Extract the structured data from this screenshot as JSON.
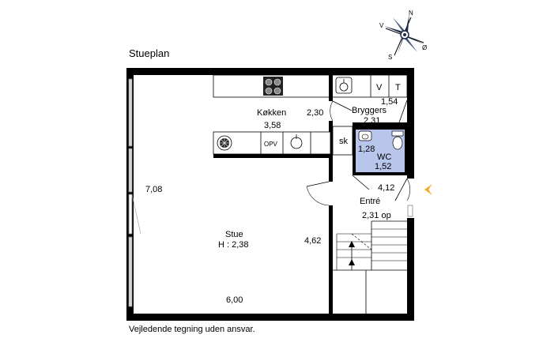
{
  "plan_title": "Stueplan",
  "disclaimer": "Vejledende tegning uden ansvar.",
  "compass": {
    "n": "N",
    "s": "S",
    "o": "Ø",
    "v": "V"
  },
  "rooms": {
    "kitchen": {
      "name": "Køkken",
      "area": "3,58"
    },
    "utility": {
      "name": "Bryggers",
      "area": "2,31"
    },
    "wc": {
      "name": "WC",
      "area": "1,52"
    },
    "entrance": {
      "name": "Entré",
      "area": "2,31 op"
    },
    "living": {
      "name": "Stue",
      "height": "H : 2,38"
    }
  },
  "dimensions": {
    "kitchen_width": "2,30",
    "utility_width": "1,54",
    "wc_width": "1,28",
    "entrance_width": "4,12",
    "living_depth": "7,08",
    "living_partition": "4,62",
    "living_width": "6,00"
  },
  "fixtures": {
    "washer": "V",
    "dryer": "T",
    "dishwasher": "OPV",
    "storage": "sk"
  },
  "colors": {
    "wall": "#000000",
    "wc_fill": "#b9c6ec",
    "entry_arrow": "#f3a81d",
    "window_frame": "#777777"
  }
}
